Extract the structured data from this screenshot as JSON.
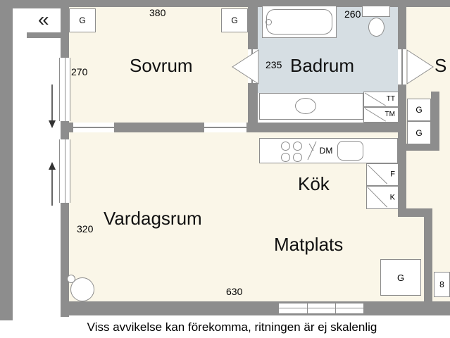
{
  "plan": {
    "caption": "Viss avvikelse kan förekomma, ritningen är ej skalenlig",
    "rooms": {
      "bedroom": "Sovrum",
      "bathroom": "Badrum",
      "kitchen": "Kök",
      "living_room": "Vardagsrum",
      "dining": "Matplats",
      "bedroom2_partial": "S"
    },
    "dimensions": {
      "bedroom_width": "380",
      "bedroom_depth": "270",
      "bathroom_top": "260",
      "bathroom_width": "235",
      "living_depth": "320",
      "apartment_width": "630"
    },
    "wardrobes": {
      "bedroom_left": "G",
      "bedroom_right": "G",
      "hall_upper": "G",
      "hall_lower": "G",
      "dining": "G",
      "neighbor_partial": "8"
    },
    "appliances": {
      "dryer": "TT",
      "washer": "TM",
      "dishwasher": "DM",
      "freezer": "F",
      "fridge": "K"
    },
    "symbols": {
      "entry_arrow": "«"
    }
  },
  "colors": {
    "wall": "#8d8d8d",
    "floor": "#faf6e8",
    "bathroom-floor": "#d6dee3",
    "line": "#8d8d8d",
    "text": "#000000"
  }
}
